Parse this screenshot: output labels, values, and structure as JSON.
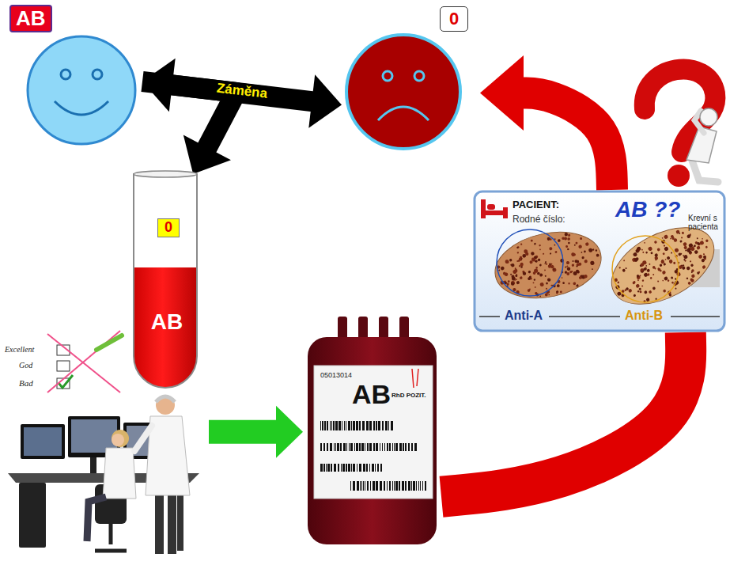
{
  "diagram": {
    "nodes": [
      {
        "text": [
          "AB"
        ]
      },
      {
        "text": [
          "0"
        ]
      },
      {
        "text": [
          "0",
          "AB"
        ]
      },
      {
        "text": [
          "PACIENT:",
          "Rodné číslo:",
          "AB ??",
          "Krevní s pacienta",
          "Anti-A",
          "Anti-B"
        ]
      },
      {
        "text": [
          "Excellent",
          "God",
          "Bad"
        ]
      },
      {
        "text": [
          "05013014",
          "AB",
          "RhD POZIT."
        ]
      }
    ],
    "edges": [
      {
        "from": 0,
        "to": 1,
        "arrow": "both",
        "label": "Záměna"
      },
      {
        "from": 0,
        "to": 2,
        "arrow": "to"
      },
      {
        "from": 4,
        "to": 5,
        "arrow": "to"
      },
      {
        "from": 5,
        "to": 3,
        "arrow": "none"
      },
      {
        "from": 3,
        "to": 1,
        "arrow": "to"
      }
    ]
  }
}
